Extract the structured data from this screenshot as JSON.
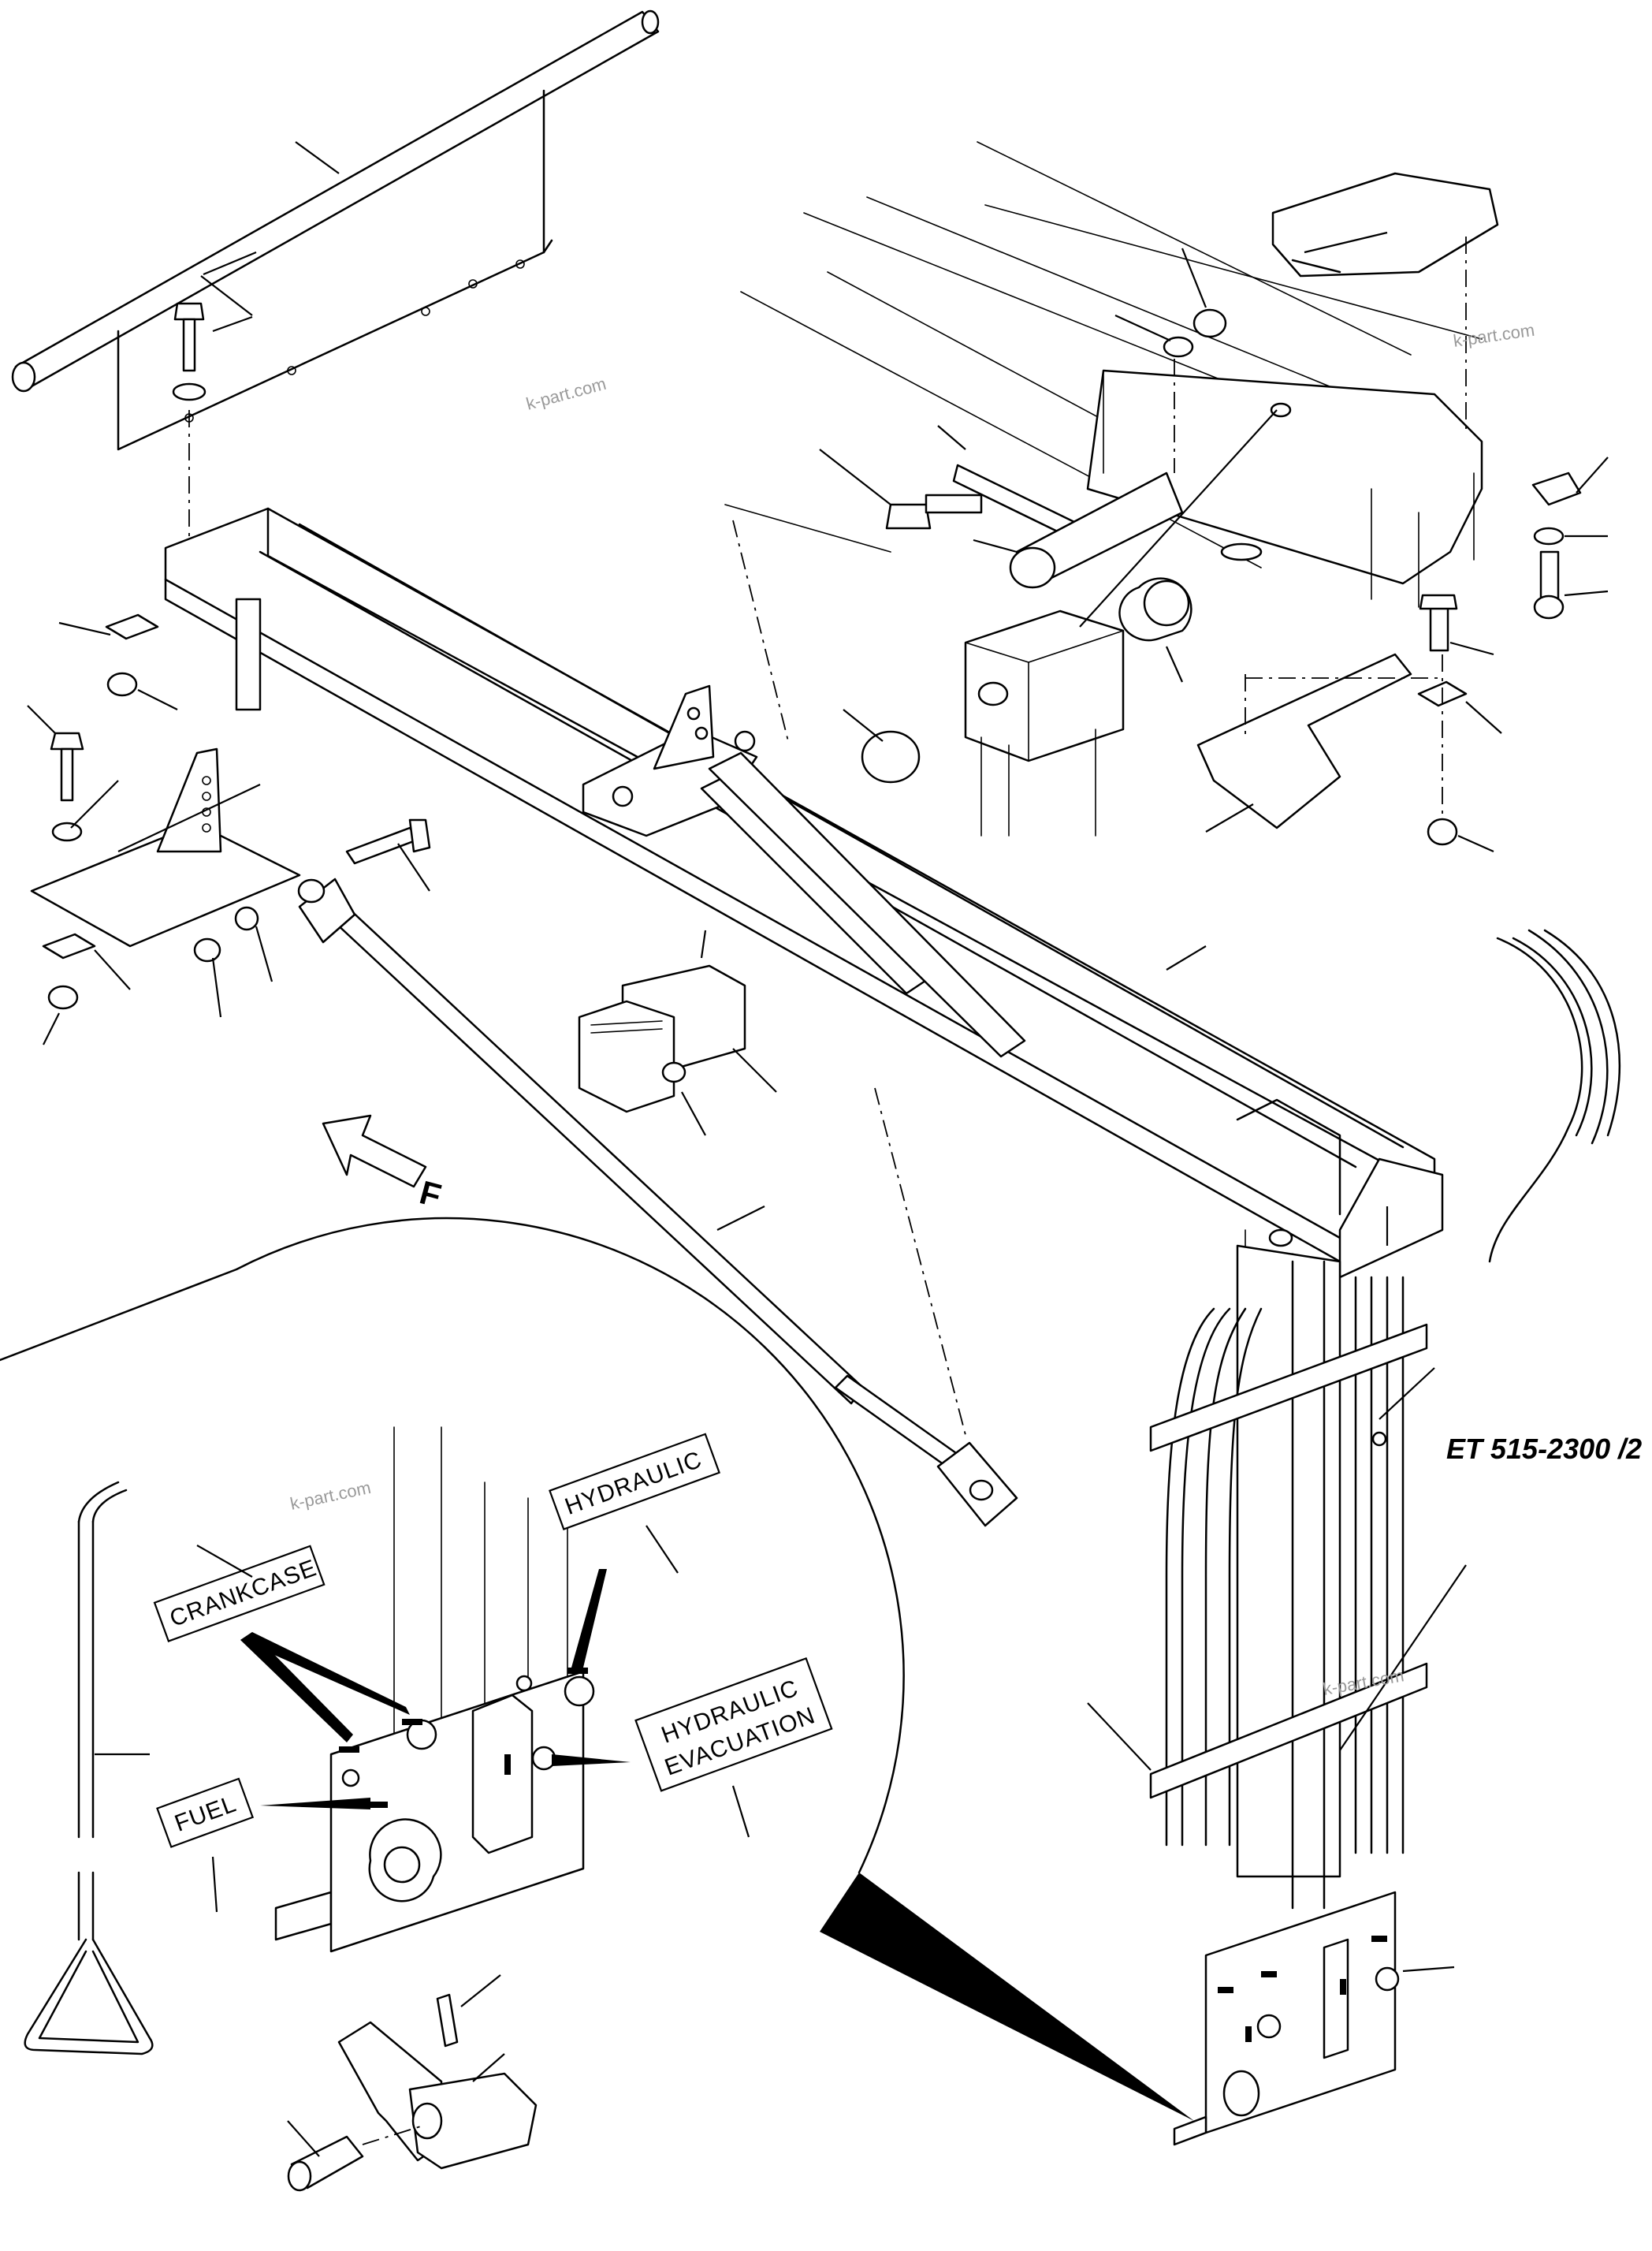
{
  "diagram": {
    "reference_code": "ET 515-2300 /2",
    "labels": {
      "crankcase": "CRANKCASE",
      "hydraulic": "HYDRAULIC",
      "hydraulic_evacuation_line1": "HYDRAULIC",
      "hydraulic_evacuation_line2": "EVACUATION",
      "fuel": "FUEL"
    },
    "direction_marker": "F",
    "watermarks": [
      "k-part.com",
      "k-part.com",
      "k-part.com",
      "k-part.com"
    ]
  }
}
